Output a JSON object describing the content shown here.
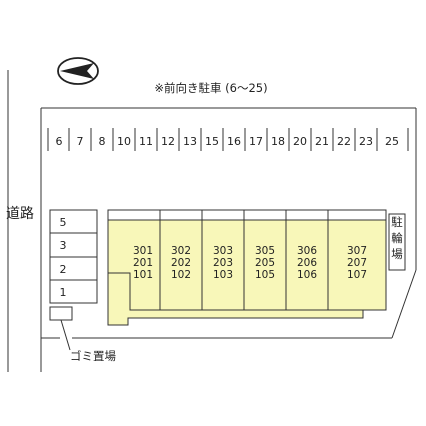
{
  "note": "※前向き駐車 (6〜25)",
  "road_label": "道路",
  "bike_parking_label": "駐輪場",
  "garbage_label": "ゴミ置場",
  "compass": {
    "icon": "north-arrow-icon"
  },
  "top_parking": [
    "6",
    "7",
    "8",
    "10",
    "11",
    "12",
    "13",
    "15",
    "16",
    "17",
    "18",
    "20",
    "21",
    "22",
    "23",
    "25"
  ],
  "left_parking": [
    "5",
    "3",
    "2",
    "1"
  ],
  "building": {
    "fill_color": "#f8f7b9",
    "columns": [
      [
        "301",
        "201",
        "101"
      ],
      [
        "302",
        "202",
        "102"
      ],
      [
        "303",
        "203",
        "103"
      ],
      [
        "305",
        "205",
        "105"
      ],
      [
        "306",
        "206",
        "106"
      ],
      [
        "307",
        "207",
        "107"
      ]
    ]
  }
}
